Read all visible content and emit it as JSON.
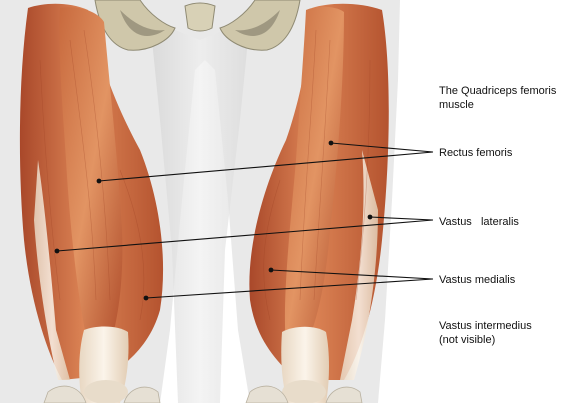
{
  "colors": {
    "muscle_dark": "#b5552e",
    "muscle_light": "#dd8a58",
    "tendon": "#f2e6d6",
    "bone": "#cfc7aa",
    "skin_shadow": "#dcdcdc",
    "leader_line": "#111111",
    "label_text": "#111111"
  },
  "title": {
    "line1": "The Quadriceps femoris",
    "line2": "muscle"
  },
  "labels": {
    "rectus_femoris": "Rectus femoris",
    "vastus_lateralis": "Vastus   lateralis",
    "vastus_medialis": "Vastus medialis"
  },
  "note": {
    "line1": "Vastus intermedius",
    "line2": "(not visible)"
  }
}
